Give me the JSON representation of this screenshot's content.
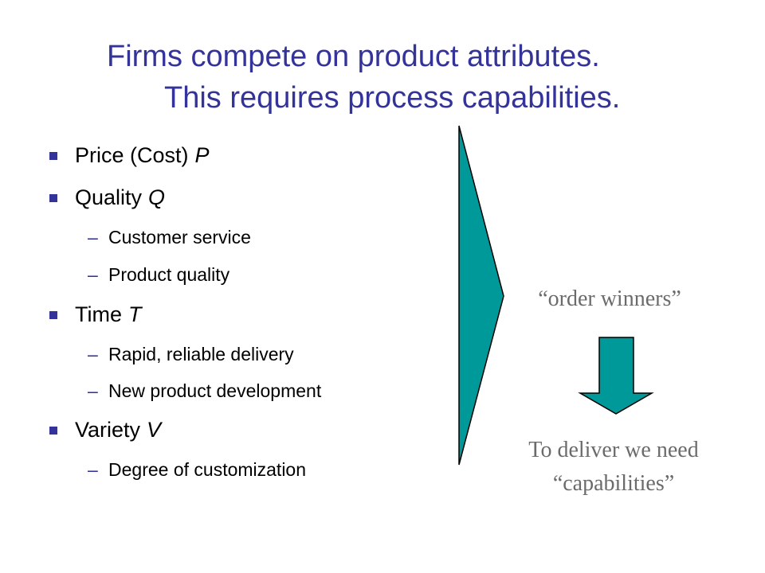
{
  "title": {
    "line1": "Firms compete on product attributes.",
    "line2": "This requires process capabilities."
  },
  "bullets": [
    {
      "label": "Price (Cost)",
      "letter": "P",
      "subitems": []
    },
    {
      "label": "Quality",
      "letter": "Q",
      "subitems": [
        "Customer service",
        "Product quality"
      ]
    },
    {
      "label": "Time",
      "letter": "T",
      "subitems": [
        "Rapid, reliable delivery",
        "New product development"
      ]
    },
    {
      "label": "Variety",
      "letter": "V",
      "subitems": [
        "Degree of customization"
      ]
    }
  ],
  "dash_glyph": "–",
  "right": {
    "order_winners": "“order winners”",
    "deliver_line1": "To deliver we need",
    "deliver_line2": "“capabilities”"
  },
  "colors": {
    "title": "#333399",
    "accent_shape": "#009999",
    "muted_text": "#6b6b6b"
  },
  "icons": {
    "bullet": "square-bullet-icon",
    "chevron": "chevron-arrow-icon",
    "down_arrow": "down-arrow-icon"
  }
}
